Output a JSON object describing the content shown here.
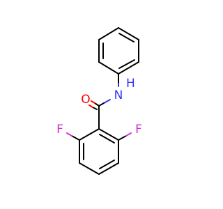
{
  "molecule": {
    "atoms": {
      "o": {
        "symbol": "O",
        "color": "#ff0000"
      },
      "nh": {
        "symbol": "N",
        "h": "H",
        "color": "#3333ff"
      },
      "f_left": {
        "symbol": "F",
        "color": "#cc33cc"
      },
      "f_right": {
        "symbol": "F",
        "color": "#cc33cc"
      }
    },
    "colors": {
      "bond": "#000000",
      "background": "#ffffff"
    }
  }
}
